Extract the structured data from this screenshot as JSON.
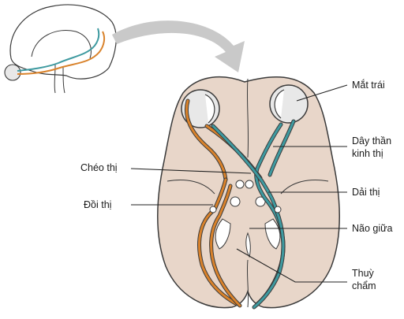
{
  "labels": {
    "left_eye": "Mắt trái",
    "optic_nerve_line1": "Dây thần",
    "optic_nerve_line2": "kinh thị",
    "optic_chiasm": "Chéo thị",
    "optic_tract": "Dải thị",
    "thalamus": "Đồi thị",
    "midbrain": "Não giữa",
    "occipital_lobe_line1": "Thuỳ",
    "occipital_lobe_line2": "chẩm"
  },
  "colors": {
    "brain_fill": "#e8d6c9",
    "brain_outline": "#3a3a3a",
    "left_pathway": "#d9822b",
    "right_pathway": "#3e9aa0",
    "eye_fill": "#e8e8e8",
    "arrow_fill": "#c9c9c9",
    "leader_line": "#222222"
  }
}
